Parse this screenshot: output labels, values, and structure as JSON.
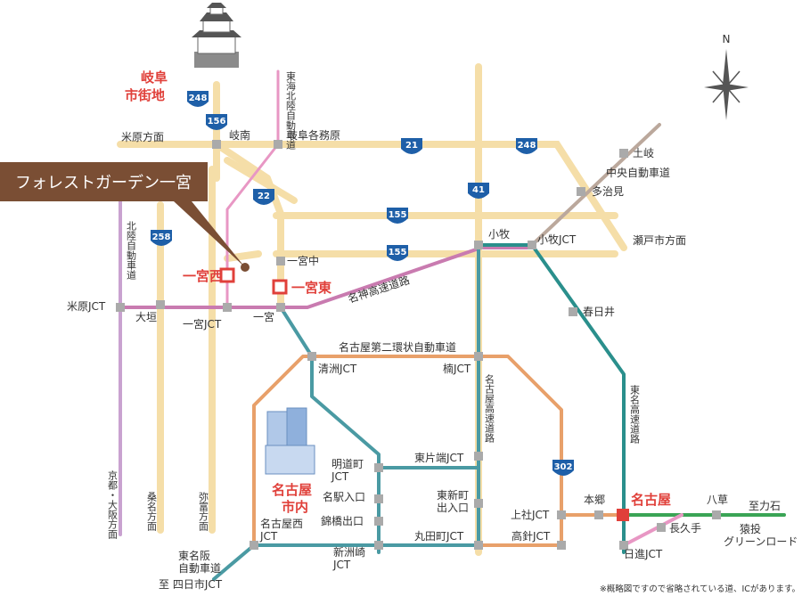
{
  "colors": {
    "road": "#f5dea8",
    "meishin": "#c97bb0",
    "tokai_hokuriku": "#e897c4",
    "hokuriku": "#c9a2d0",
    "ring2": "#e8a06a",
    "nagoya_exp": "#4a9aa3",
    "tomei": "#2a8f8c",
    "chuo": "#bba89c",
    "green_road": "#3aa455",
    "accent_red": "#e0403a",
    "shield": "#1e5fa8",
    "node": "#aaaaaa",
    "banner": "#7a4e34"
  },
  "banner": {
    "text": "フォレストガーデン一宮"
  },
  "areas": {
    "gifu_city": "岐阜\n市街地",
    "nagoya_city": "名古屋\n市内"
  },
  "stations": {
    "ichinomiya_nishi": "一宮西",
    "ichinomiya_higashi": "一宮東",
    "nagoya": "名古屋"
  },
  "compass": {
    "north": "N"
  },
  "shields": [
    "248",
    "156",
    "22",
    "258",
    "21",
    "248",
    "41",
    "155",
    "155",
    "302"
  ],
  "road_names": {
    "tokai_hokuriku": "東海北陸自動車道",
    "hokuriku": "北陸自動車道",
    "meishin": "名神高速道路",
    "ring2": "名古屋第二環状自動車道",
    "nagoya_exp": "名古屋高速道路",
    "tomei": "東名高速道路",
    "chuo": "中央自動車道",
    "meihan": "東名阪自動車道",
    "green_road": "猿投グリーンロード"
  },
  "directions": {
    "maibara": "米原方面",
    "seto": "瀬戸市方面",
    "kyoto_osaka": "京都・大阪方面",
    "kuwana": "桑名方面",
    "yatomi": "弥富方面",
    "yokkaichi": "至 四日市JCT",
    "chikaraishi": "至力石"
  },
  "ics": [
    "岐南",
    "岐阜各務原",
    "土岐",
    "多治見",
    "小牧",
    "小牧JCT",
    "一宮中",
    "米原JCT",
    "大垣",
    "一宮JCT",
    "一宮",
    "春日井",
    "清洲JCT",
    "楠JCT",
    "明道町\nJCT",
    "東片端JCT",
    "名駅入口",
    "錦橋出口",
    "東新町\n出入口",
    "上社JCT",
    "本郷",
    "八草",
    "長久手",
    "名古屋西\nJCT",
    "丸田町JCT",
    "高針JCT",
    "新洲崎\nJCT",
    "日進JCT"
  ],
  "footnote": "※概略図ですので省略されている道、ICがあります。"
}
